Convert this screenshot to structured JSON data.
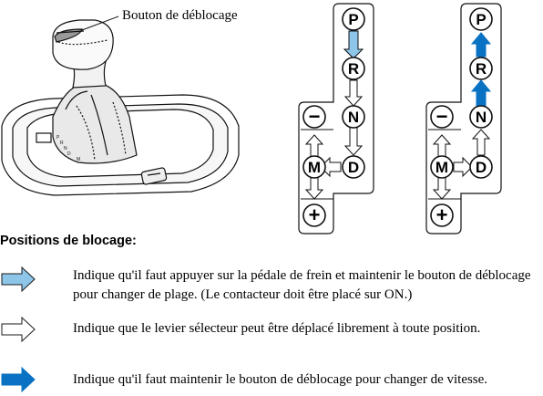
{
  "callout_label": "Bouton de déblocage",
  "heading": "Positions de blocage:",
  "gears": {
    "p": "P",
    "r": "R",
    "n": "N",
    "d": "D",
    "m": "M",
    "minus": "−",
    "plus": "+"
  },
  "legend": [
    {
      "icon": "blue-outline-arrow-icon",
      "text": "Indique qu'il faut appuyer sur la pédale de frein et maintenir le bouton de déblocage pour changer de plage. (Le contacteur doit être placé sur ON.)"
    },
    {
      "icon": "white-outline-arrow-icon",
      "text": "Indique que le levier sélecteur peut être déplacé librement à toute position."
    },
    {
      "icon": "solid-blue-arrow-icon",
      "text": "Indique qu'il faut maintenir le bouton de déblocage pour changer de vitesse."
    }
  ],
  "colors": {
    "light_blue": "#8EC6EA",
    "solid_blue": "#0A72C2",
    "outline": "#1a1a1a"
  }
}
